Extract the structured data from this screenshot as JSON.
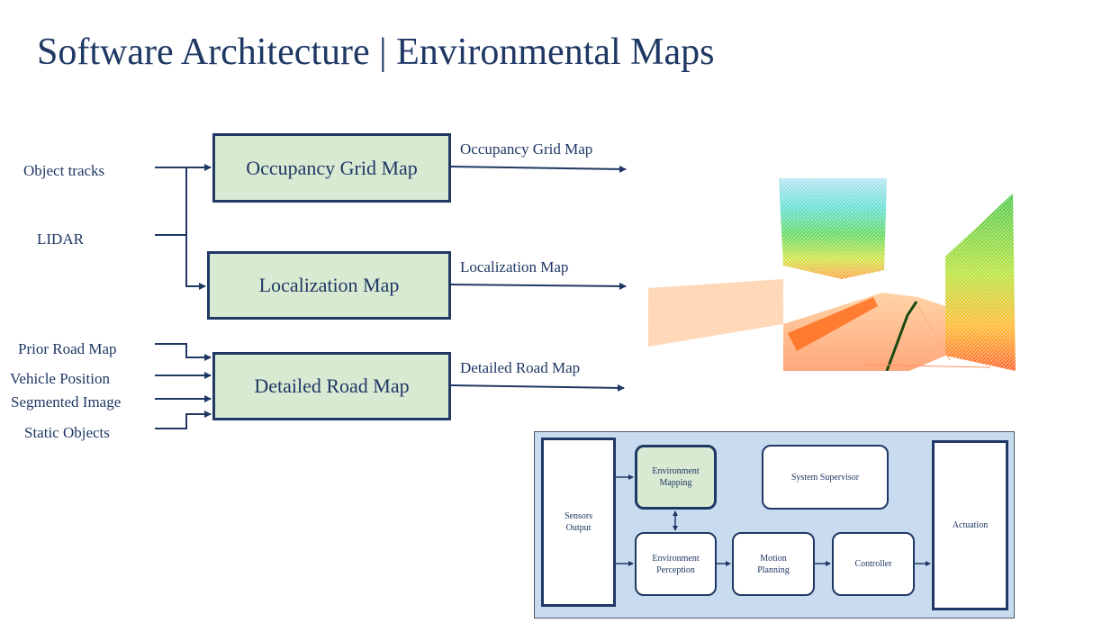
{
  "title": "Software Architecture | Environmental Maps",
  "inputs": {
    "object_tracks": "Object tracks",
    "lidar": "LIDAR",
    "prior_road_map": "Prior Road Map",
    "vehicle_position": "Vehicle Position",
    "segmented_image": "Segmented Image",
    "static_objects": "Static Objects"
  },
  "boxes": {
    "occupancy": "Occupancy Grid Map",
    "localization": "Localization Map",
    "detailed": "Detailed Road Map"
  },
  "outputs": {
    "occupancy": "Occupancy Grid Map",
    "localization": "Localization Map",
    "detailed": "Detailed Road Map"
  },
  "mini_diagram": {
    "sensors_output": "Sensors\nOutput",
    "environment_mapping": "Environment\nMapping",
    "system_supervisor": "System Supervisor",
    "environment_perception": "Environment\nPerception",
    "motion_planning": "Motion\nPlanning",
    "controller": "Controller",
    "actuation": "Actuation"
  },
  "colors": {
    "navy": "#1f3864",
    "box_fill": "#d9ead3",
    "mini_bg": "#c9dcef"
  }
}
